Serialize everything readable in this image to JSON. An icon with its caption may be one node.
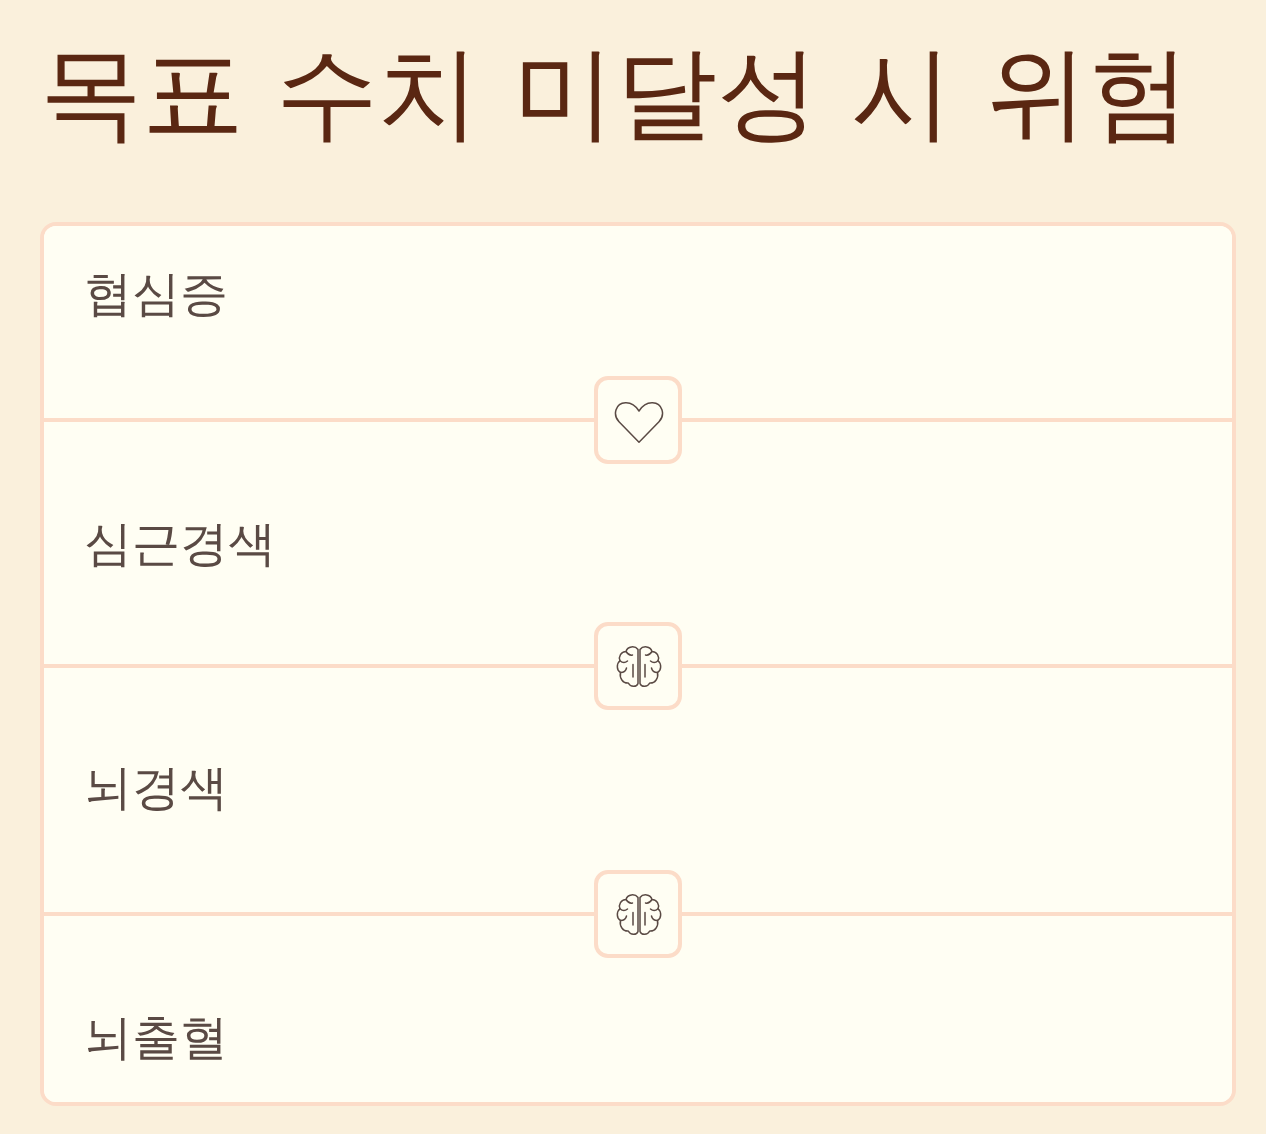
{
  "diagram": {
    "title": "목표 수치 미달성 시 위험",
    "nodes": [
      {
        "text": [
          "협심증"
        ]
      },
      {
        "text": [
          "심근경색"
        ]
      },
      {
        "text": [
          "뇌경색"
        ]
      },
      {
        "text": [
          "뇌출혈"
        ]
      }
    ]
  }
}
